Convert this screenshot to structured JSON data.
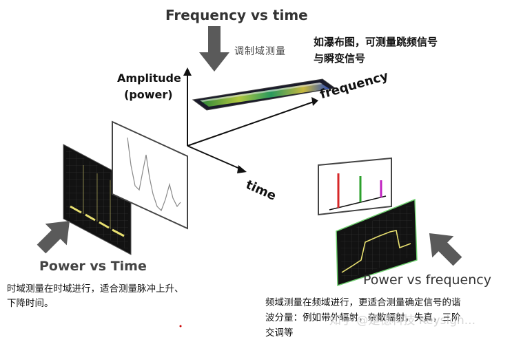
{
  "top": {
    "title": "Frequency vs time",
    "modulation_label": "调制域测量",
    "waterfall_note_line1": "如瀑布图，可测量跳频信号",
    "waterfall_note_line2": "与瞬变信号"
  },
  "axes": {
    "amplitude_line1": "Amplitude",
    "amplitude_line2": "(power)",
    "frequency": "frequency",
    "time": "time"
  },
  "left": {
    "title": "Power vs Time",
    "desc_line1": "时域测量在时域进行，适合测量脉冲上升、",
    "desc_line2": "下降时间。"
  },
  "right": {
    "title": "Power vs frequency",
    "desc_line1": "频域测量在频域进行，更适合测量确定信号的谐",
    "desc_line2": "波分量：例如带外辐射，杂散辐射，失真，三阶",
    "desc_line3": "交调等"
  },
  "watermark": "知乎 @是德科技 Keysigh...",
  "colors": {
    "arrow": "#5a5a5a",
    "spectral_red": "#d62728",
    "spectral_green": "#2ca02c",
    "spectral_magenta": "#c020c0",
    "trace_yellow": "#e8e070",
    "screen_border_green": "#6fd06f"
  }
}
